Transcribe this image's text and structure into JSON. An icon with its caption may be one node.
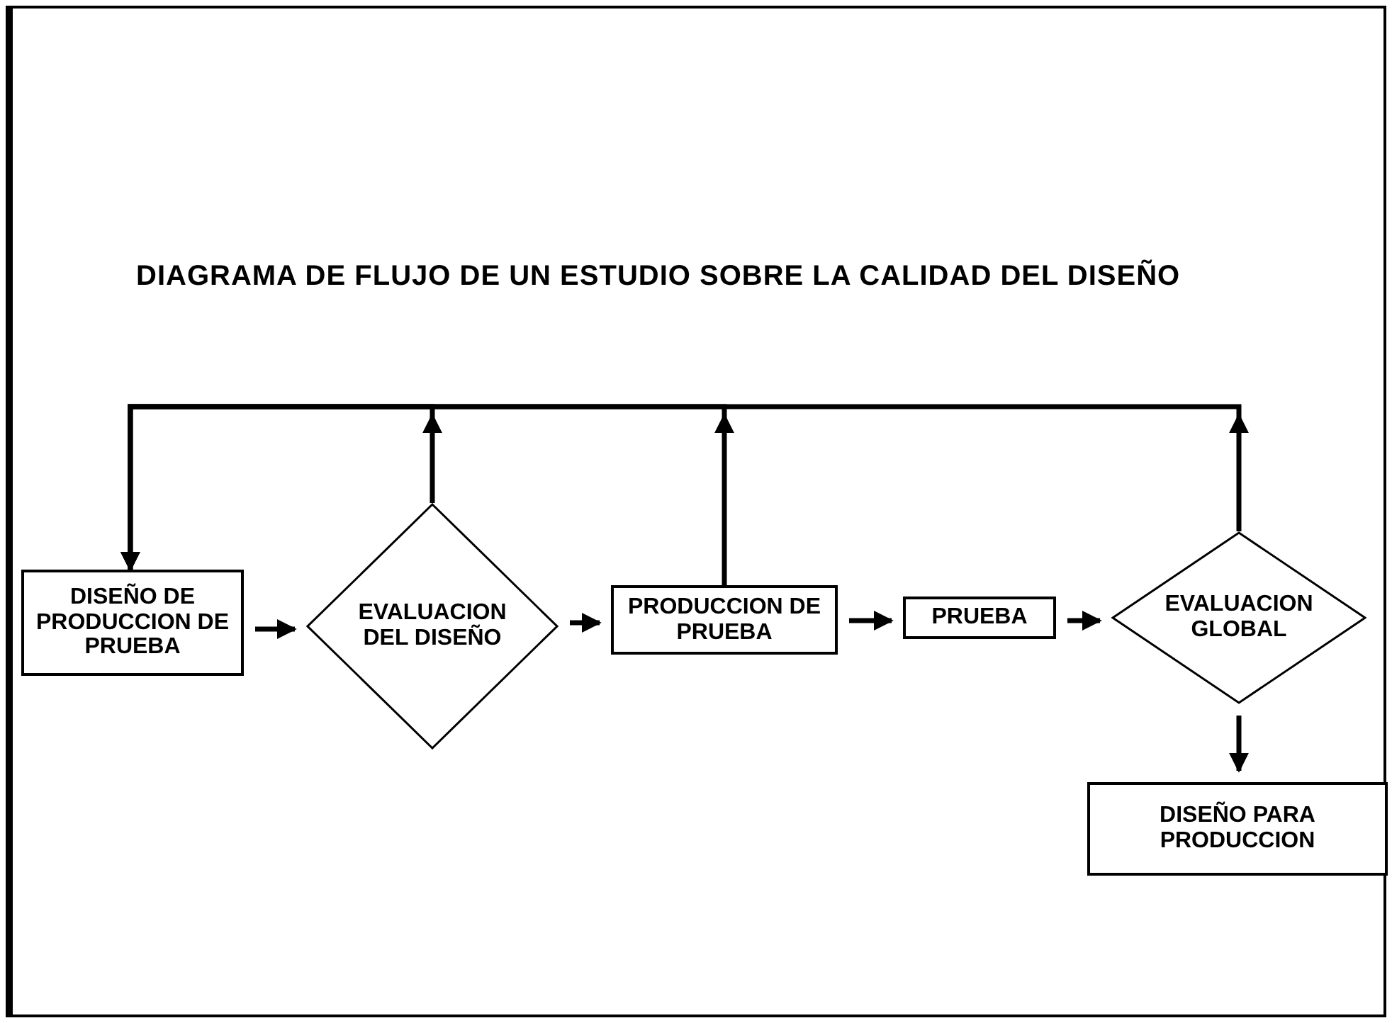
{
  "diagram": {
    "title": "DIAGRAMA DE FLUJO DE UN ESTUDIO SOBRE LA CALIDAD DEL DISEÑO",
    "nodes": [
      {
        "text": [
          "DISEÑO DE PRODUCCION DE PRUEBA"
        ]
      },
      {
        "text": [
          "EVALUACION DEL DISEÑO"
        ]
      },
      {
        "text": [
          "PRODUCCION DE PRUEBA"
        ]
      },
      {
        "text": [
          "PRUEBA"
        ]
      },
      {
        "text": [
          "EVALUACION GLOBAL"
        ]
      },
      {
        "text": [
          "DISEÑO PARA PRODUCCION"
        ]
      }
    ],
    "edges": [
      {
        "from": 0,
        "to": 1,
        "arrow": "to"
      },
      {
        "from": 1,
        "to": 2,
        "arrow": "to"
      },
      {
        "from": 2,
        "to": 3,
        "arrow": "to"
      },
      {
        "from": 3,
        "to": 4,
        "arrow": "to"
      },
      {
        "from": 4,
        "to": 5,
        "arrow": "to"
      },
      {
        "from": 1,
        "to": 0,
        "arrow": "to"
      },
      {
        "from": 2,
        "to": 0,
        "arrow": "to"
      },
      {
        "from": 4,
        "to": 0,
        "arrow": "to"
      }
    ]
  }
}
